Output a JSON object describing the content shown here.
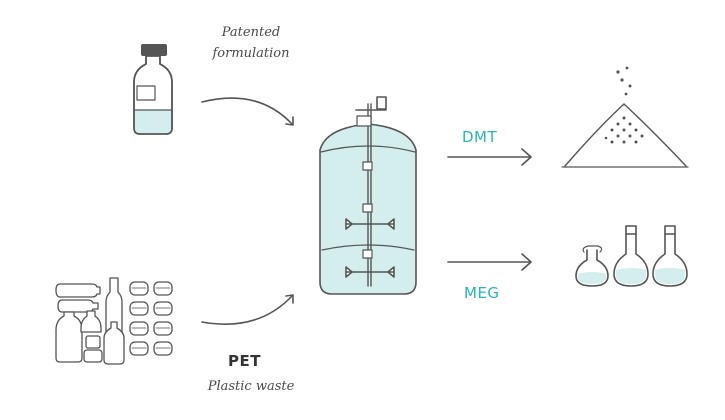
{
  "inputs": {
    "formulation": {
      "line1": "Patented",
      "line2": "formulation"
    },
    "waste": {
      "title": "PET",
      "subtitle": "Plastic waste"
    }
  },
  "outputs": {
    "dmt": "DMT",
    "meg": "MEG"
  },
  "colors": {
    "accent_teal": "#2bb6b6",
    "liquid": "#d4eeee",
    "stroke": "#555555"
  },
  "icons": {
    "formulation": "bottle-icon",
    "reactor": "reactor-tank-icon",
    "dmt": "powder-pile-icon",
    "meg": "flasks-icon",
    "waste": "plastic-bottles-icon"
  }
}
